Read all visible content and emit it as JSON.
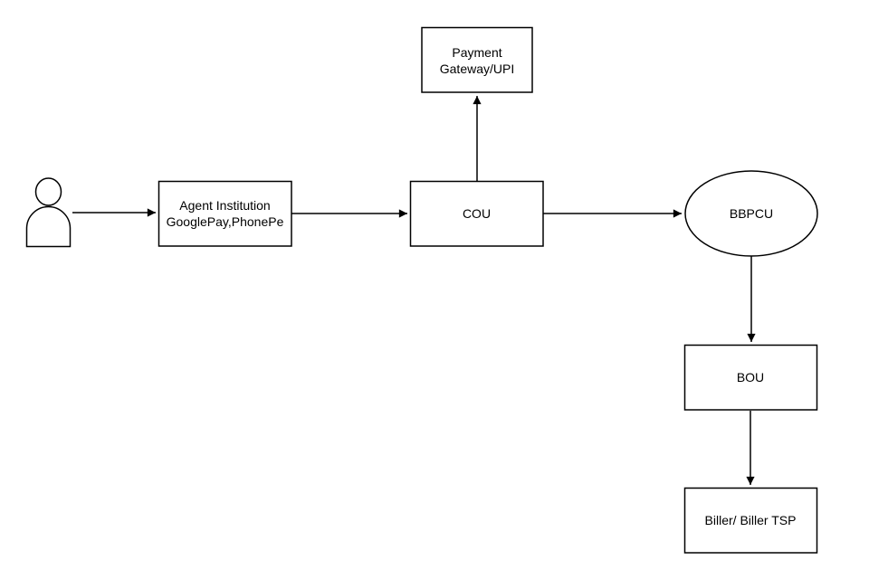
{
  "canvas": {
    "background": "#ffffff",
    "stroke_color": "#000000",
    "text_color": "#000000"
  },
  "nodes": {
    "customer": {
      "shape": "actor"
    },
    "agent_institution": {
      "shape": "rectangle",
      "line1": "Agent Institution",
      "line2": "GooglePay,PhonePe"
    },
    "payment_gateway": {
      "shape": "rectangle",
      "line1": "Payment",
      "line2": "Gateway/UPI"
    },
    "cou": {
      "shape": "rectangle",
      "label": "COU"
    },
    "bbpcu": {
      "shape": "ellipse",
      "label": "BBPCU"
    },
    "bou": {
      "shape": "rectangle",
      "label": "BOU"
    },
    "biller": {
      "shape": "rectangle",
      "label": "Biller/ Biller TSP"
    }
  },
  "edges": [
    {
      "from": "customer",
      "to": "agent_institution",
      "direction": "right"
    },
    {
      "from": "agent_institution",
      "to": "cou",
      "direction": "right"
    },
    {
      "from": "cou",
      "to": "payment_gateway",
      "direction": "up"
    },
    {
      "from": "cou",
      "to": "bbpcu",
      "direction": "right"
    },
    {
      "from": "bbpcu",
      "to": "bou",
      "direction": "down"
    },
    {
      "from": "bou",
      "to": "biller",
      "direction": "down"
    }
  ]
}
